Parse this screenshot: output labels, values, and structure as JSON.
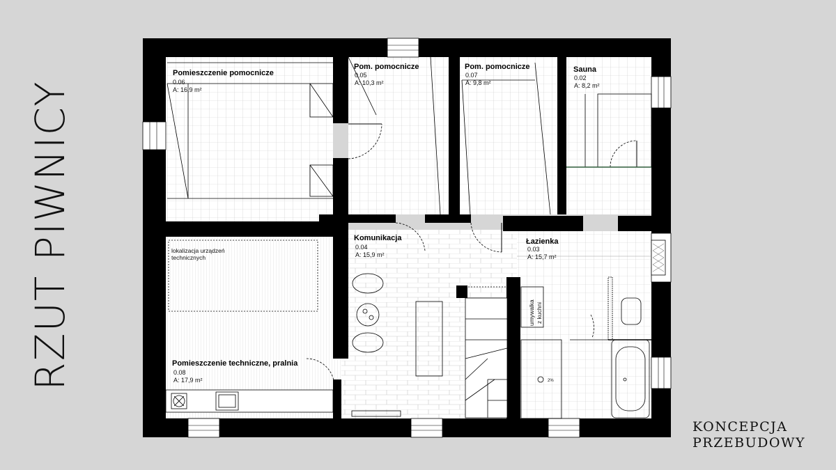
{
  "title": "RZUT PIWNICY",
  "subtitle": {
    "line1": "KONCEPCJA",
    "line2": "PRZEBUDOWY"
  },
  "rooms": [
    {
      "id": "pomieszczenie-pomocnicze-006",
      "name": "Pomieszczenie pomocnicze",
      "number": "0.06",
      "area": "A: 16,9 m²"
    },
    {
      "id": "pom-pomocnicze-005",
      "name": "Pom. pomocnicze",
      "number": "0.05",
      "area": "A: 10,3 m²"
    },
    {
      "id": "pom-pomocnicze-007",
      "name": "Pom. pomocnicze",
      "number": "0.07",
      "area": "A: 9,8 m²"
    },
    {
      "id": "sauna-002",
      "name": "Sauna",
      "number": "0.02",
      "area": "A: 8,2 m²"
    },
    {
      "id": "komunikacja-004",
      "name": "Komunikacja",
      "number": "0.04",
      "area": "A: 15,9 m²"
    },
    {
      "id": "lazienka-003",
      "name": "Łazienka",
      "number": "0.03",
      "area": "A: 15,7 m²"
    },
    {
      "id": "pomieszczenie-techniczne-008",
      "name": "Pomieszczenie techniczne, pralnia",
      "number": "0.08",
      "area": "A: 17,9 m²"
    }
  ],
  "notes": {
    "technical_line1": "lokalizacja urządzeń",
    "technical_line2": "technicznych",
    "kitchen_sink_line1": "umywalka",
    "kitchen_sink_line2": "z kuchni",
    "slope": "2%"
  }
}
